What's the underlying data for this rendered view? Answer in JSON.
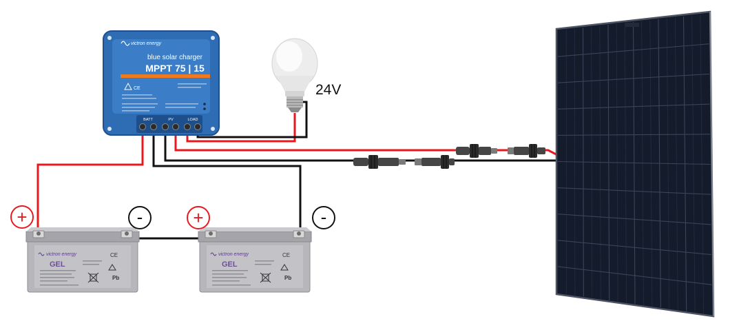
{
  "controller": {
    "brand": "victron energy",
    "product_line": "blue solar charger",
    "model": "MPPT 75 | 15",
    "mark": "CE",
    "terminal_labels": {
      "batt": "BATT",
      "pv": "PV",
      "load": "LOAD"
    }
  },
  "load": {
    "icon": "light-bulb-icon",
    "voltage_label": "24V"
  },
  "batteries": [
    {
      "brand": "victron energy",
      "type": "GEL",
      "chemistry": "Pb",
      "mark": "CE",
      "polarity": {
        "positive": "+",
        "negative": "-"
      }
    },
    {
      "brand": "victron energy",
      "type": "GEL",
      "chemistry": "Pb",
      "mark": "CE",
      "polarity": {
        "positive": "+",
        "negative": "-"
      }
    }
  ],
  "solar_panel": {
    "icon": "solar-panel-icon"
  },
  "connectors": {
    "icon": "mc4-connector-icon"
  },
  "colors": {
    "positive_wire": "#e8191e",
    "negative_wire": "#111111",
    "controller_body": "#2e6db4",
    "accent_stripe": "#f07b1f",
    "panel": "#141b2b",
    "battery": "#b7b6bb",
    "positive_symbol": "#e8191e",
    "negative_symbol": "#111111"
  }
}
